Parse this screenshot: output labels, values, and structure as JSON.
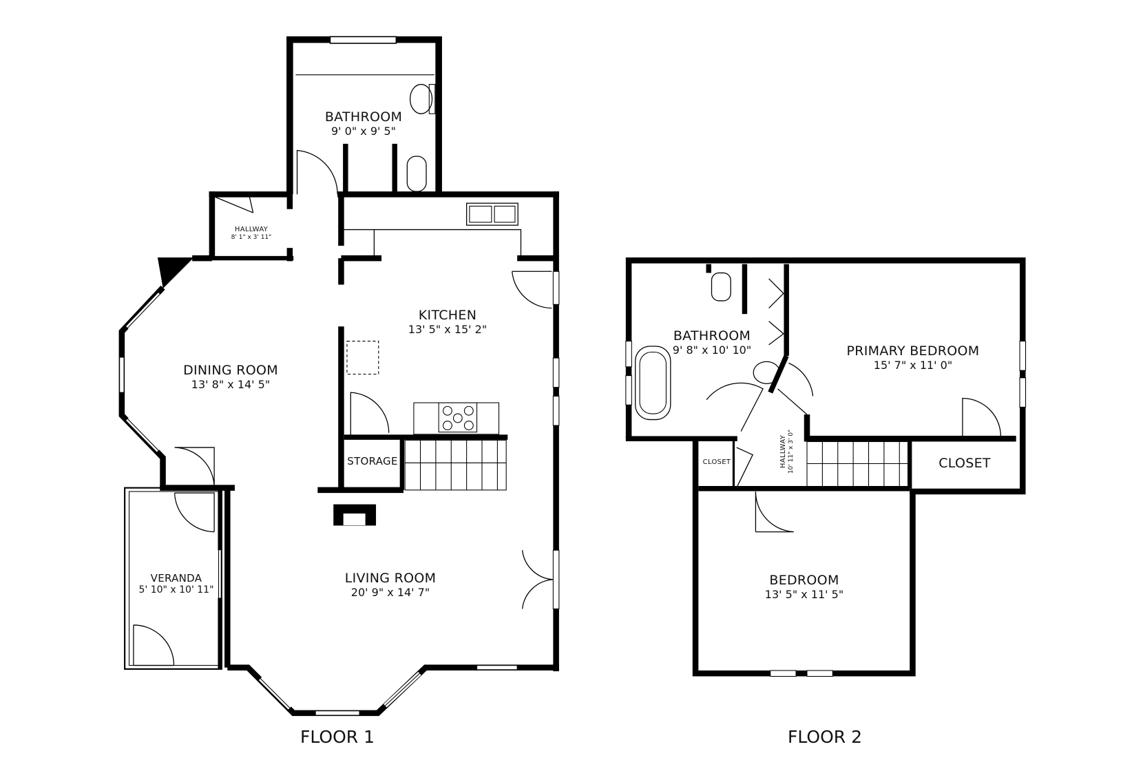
{
  "floors": [
    {
      "title": "FLOOR 1",
      "rooms": [
        {
          "name": "BATHROOM",
          "dimensions": "9' 0\" x 9' 5\""
        },
        {
          "name": "HALLWAY",
          "dimensions": "8' 1\" x 3' 11\""
        },
        {
          "name": "KITCHEN",
          "dimensions": "13' 5\" x 15' 2\""
        },
        {
          "name": "DINING ROOM",
          "dimensions": "13' 8\" x 14' 5\""
        },
        {
          "name": "STORAGE",
          "dimensions": ""
        },
        {
          "name": "VERANDA",
          "dimensions": "5' 10\" x 10' 11\""
        },
        {
          "name": "LIVING ROOM",
          "dimensions": "20' 9\" x 14' 7\""
        }
      ]
    },
    {
      "title": "FLOOR 2",
      "rooms": [
        {
          "name": "BATHROOM",
          "dimensions": "9' 8\" x 10' 10\""
        },
        {
          "name": "PRIMARY BEDROOM",
          "dimensions": "15' 7\" x 11' 0\""
        },
        {
          "name": "CLOSET",
          "dimensions": ""
        },
        {
          "name": "HALLWAY",
          "dimensions": "10' 11\" x 3' 0\""
        },
        {
          "name": "CLOSET",
          "dimensions": ""
        },
        {
          "name": "BEDROOM",
          "dimensions": "13' 5\" x 11' 5\""
        }
      ]
    }
  ],
  "colors": {
    "wall": "#000000",
    "background": "#ffffff",
    "text": "#111111"
  }
}
